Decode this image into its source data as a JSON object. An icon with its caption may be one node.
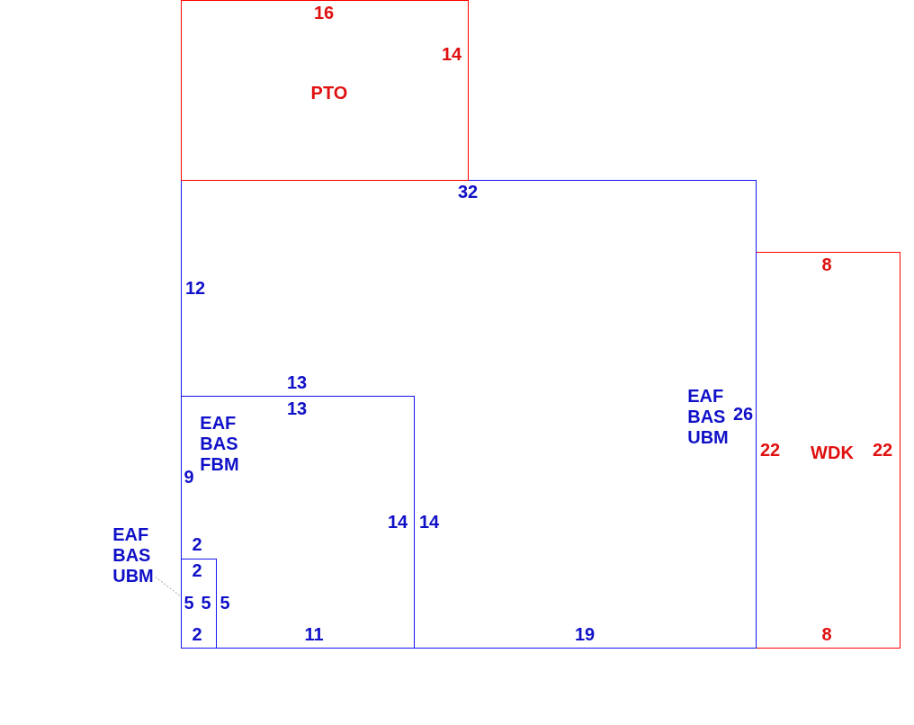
{
  "diagram": {
    "nodes": [
      {
        "text": [
          "16",
          "14",
          "PTO"
        ]
      },
      {
        "text": [
          "32",
          "12",
          "13",
          "EAF BAS UBM",
          "26",
          "14",
          "19"
        ]
      },
      {
        "text": [
          "8",
          "22",
          "WDK",
          "22",
          "8"
        ]
      },
      {
        "text": [
          "13",
          "EAF BAS FBM",
          "9",
          "14",
          "2",
          "5",
          "11"
        ],
        "in": 1
      },
      {
        "text": [
          "2",
          "5",
          "5",
          "2"
        ],
        "in": 3
      },
      {
        "text": [
          "EAF BAS UBM"
        ]
      }
    ],
    "edges": [
      {
        "from": 5,
        "to": 4,
        "arrow": "none",
        "style": "dashed",
        "color": "#999999"
      }
    ]
  }
}
